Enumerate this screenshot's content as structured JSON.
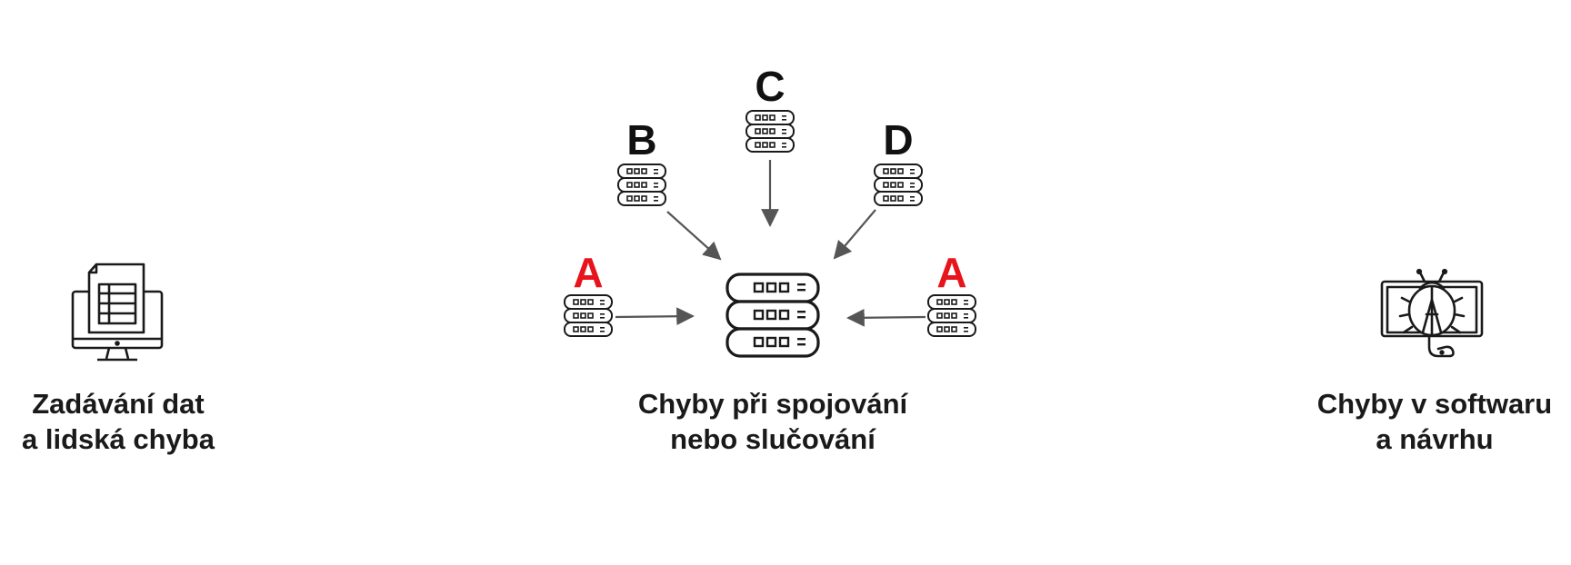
{
  "diagram": {
    "sections": [
      {
        "id": "data-entry",
        "icon": "spreadsheet-monitor-icon",
        "caption_line1": "Zadávání dat",
        "caption_line2": "a lidská chyba"
      },
      {
        "id": "merging",
        "icon": "central-database-icon",
        "caption_line1": "Chyby při spojování",
        "caption_line2": "nebo slučování",
        "sources": [
          {
            "label": "A",
            "color": "#e8141c"
          },
          {
            "label": "B",
            "color": "#111111"
          },
          {
            "label": "C",
            "color": "#111111"
          },
          {
            "label": "D",
            "color": "#111111"
          },
          {
            "label": "A",
            "color": "#e8141c"
          }
        ]
      },
      {
        "id": "software",
        "icon": "bug-monitor-icon",
        "caption_line1": "Chyby v softwaru",
        "caption_line2": "a návrhu"
      }
    ],
    "colors": {
      "icon_stroke": "#1a1a1a",
      "arrow": "#555555",
      "highlight": "#e8141c",
      "text": "#1a1a1a"
    }
  }
}
